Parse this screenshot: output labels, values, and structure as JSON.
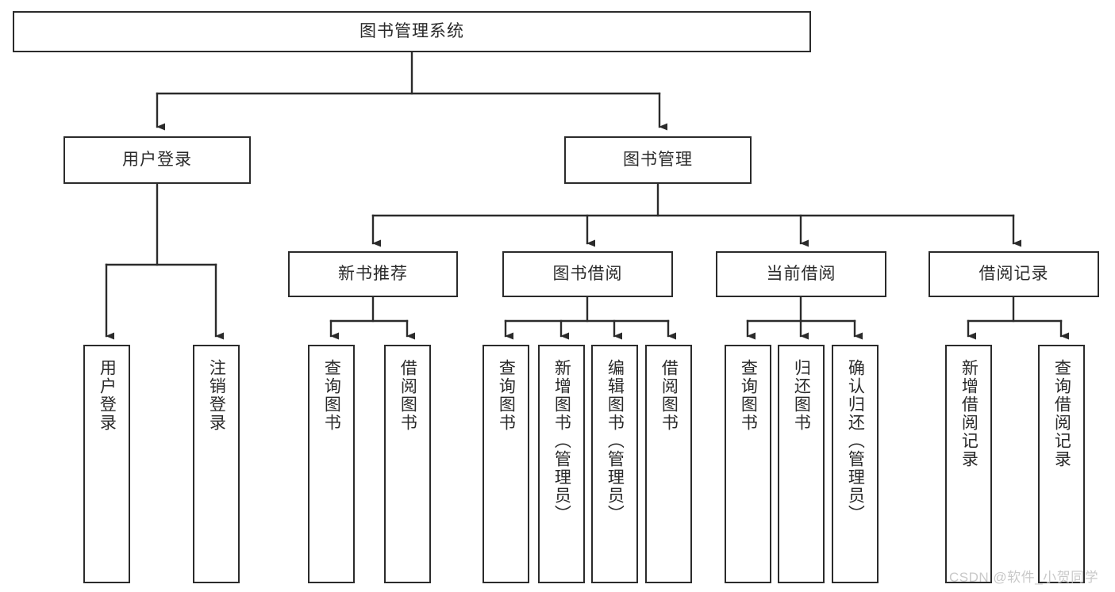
{
  "diagram": {
    "title": "图书管理系统",
    "type": "tree-hierarchy",
    "watermark": "CSDN @软件_小贺同学",
    "colors": {
      "stroke": "#2b2b2b",
      "text": "#2a2a2a",
      "background": "#ffffff",
      "watermark": "#c9c9c9"
    },
    "root": {
      "label": "图书管理系统"
    },
    "level2": [
      {
        "label": "用户登录"
      },
      {
        "label": "图书管理"
      }
    ],
    "level3": [
      {
        "label": "新书推荐"
      },
      {
        "label": "图书借阅"
      },
      {
        "label": "当前借阅"
      },
      {
        "label": "借阅记录"
      }
    ],
    "leaves": {
      "user_login": [
        {
          "label": "用户登录"
        },
        {
          "label": "注销登录"
        }
      ],
      "new_book_recommend": [
        {
          "label": "查询图书"
        },
        {
          "label": "借阅图书"
        }
      ],
      "book_borrow": [
        {
          "label": "查询图书"
        },
        {
          "label": "新增图书（管理员）"
        },
        {
          "label": "编辑图书（管理员）"
        },
        {
          "label": "借阅图书"
        }
      ],
      "current_borrow": [
        {
          "label": "查询图书"
        },
        {
          "label": "归还图书"
        },
        {
          "label": "确认归还（管理员）"
        }
      ],
      "borrow_record": [
        {
          "label": "新增借阅记录"
        },
        {
          "label": "查询借阅记录"
        }
      ]
    }
  }
}
